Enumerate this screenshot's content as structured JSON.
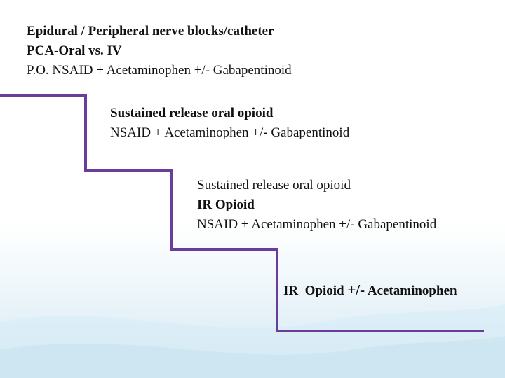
{
  "step1": {
    "line1": "Epidural / Peripheral nerve blocks/catheter",
    "line2": "PCA-Oral vs. IV",
    "line3": "P.O. NSAID + Acetaminophen +/- Gabapentinoid"
  },
  "step2": {
    "line1": "Sustained release oral opioid",
    "line2": "NSAID + Acetaminophen +/- Gabapentinoid"
  },
  "step3": {
    "line1": "Sustained release oral opioid",
    "line2": "IR Opioid",
    "line3": "NSAID + Acetaminophen +/- Gabapentinoid"
  },
  "step4": {
    "part1": "IR  Opioid ",
    "part2": "+/-",
    "part3": " Acetaminophen"
  },
  "colors": {
    "staircase": "#6a3d9a",
    "background_bottom": "#cfe6f1"
  }
}
